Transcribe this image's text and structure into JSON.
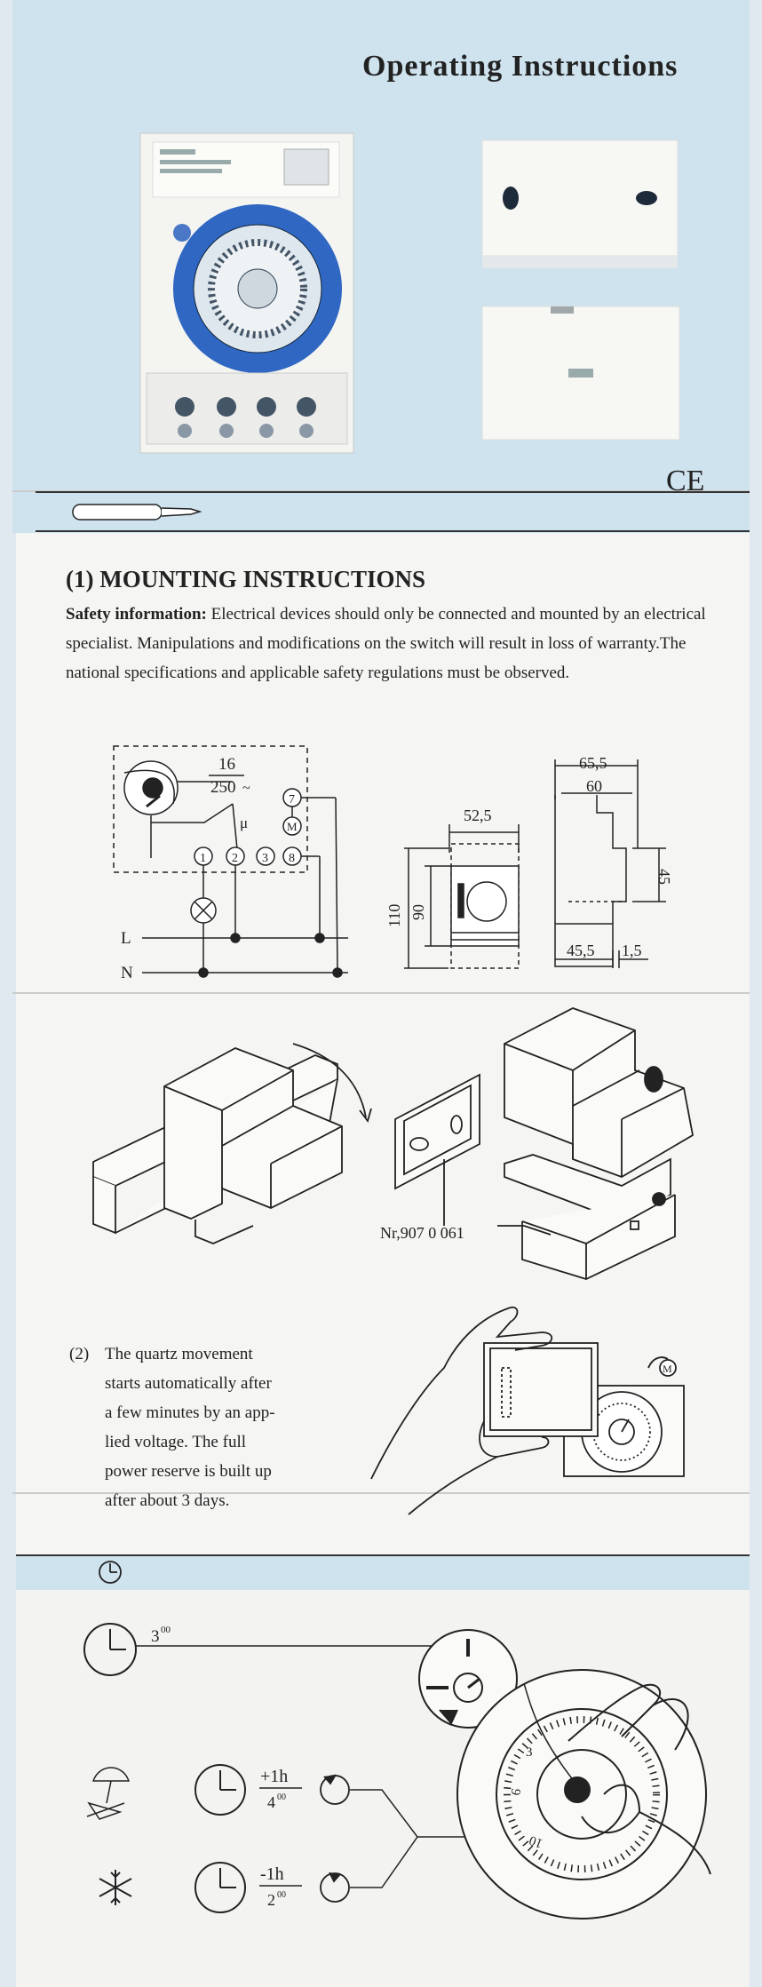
{
  "header": {
    "title": "Operating  Instructions",
    "ce_mark": "CE"
  },
  "mounting": {
    "heading": "(1)  MOUNTING INSTRUCTIONS",
    "safety_label": "Safety information:",
    "safety_text": " Electrical devices should only be connected and mounted by an electrical specialist. Manipulations and modifications on the switch will result in loss of warranty.The national specifications and applicable safety regulations must be observed."
  },
  "wiring": {
    "rating_top": "16",
    "rating_bottom": "250",
    "mu": "μ",
    "terminals": [
      "1",
      "2",
      "3",
      "8",
      "7"
    ],
    "motor": "M",
    "line_label": "L",
    "neutral_label": "N"
  },
  "dimensions": {
    "front_width": "52,5",
    "front_height_outer": "110",
    "front_height_inner": "90",
    "side_width_outer": "65,5",
    "side_width_inner": "60",
    "side_height": "45",
    "side_bottom_width": "45,5",
    "side_bottom_offset": "1,5"
  },
  "part": {
    "number": "Nr,907  0 061"
  },
  "quartz_note": {
    "num": "(2)",
    "lines": [
      "The quartz movement",
      "starts automatically after",
      "a few minutes by an app-",
      "lied voltage. The full",
      "power reserve is built up",
      "after about 3 days."
    ]
  },
  "setting": {
    "time_label": "3",
    "time_sup": "00",
    "summer_shift": "+1h",
    "summer_time": "4",
    "summer_sup": "00",
    "winter_shift": "-1h",
    "winter_time": "2",
    "winter_sup": "00",
    "dial_numbers": [
      "3",
      "6",
      "10"
    ],
    "motor_label": "M"
  }
}
